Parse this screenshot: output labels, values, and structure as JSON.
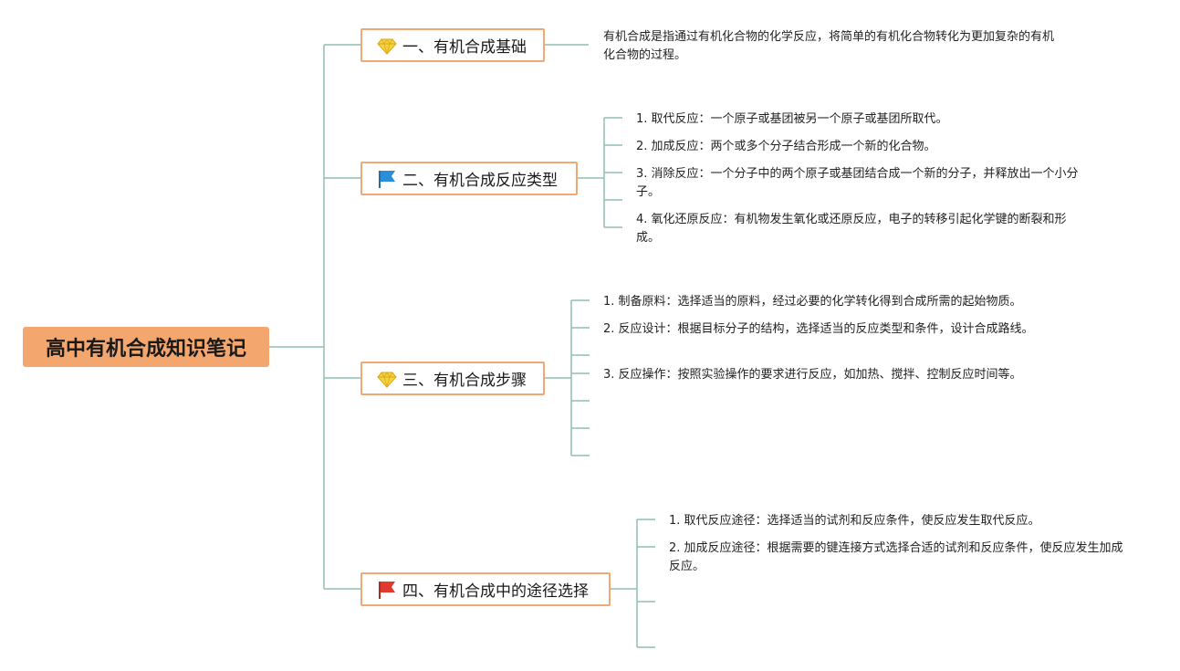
{
  "root": {
    "title": "高中有机合成知识笔记"
  },
  "branches": [
    {
      "title": "一、有机合成基础",
      "icon": "diamond-icon",
      "items": [
        "有机合成是指通过有机化合物的化学反应，将简单的有机化合物转化为更加复杂的有机化合物的过程。"
      ]
    },
    {
      "title": "二、有机合成反应类型",
      "icon": "blue-flag-icon",
      "items": [
        "1. 取代反应：一个原子或基团被另一个原子或基团所取代。",
        "2. 加成反应：两个或多个分子结合形成一个新的化合物。",
        "3. 消除反应：一个分子中的两个原子或基团结合成一个新的分子，并释放出一个小分子。",
        "4. 氧化还原反应：有机物发生氧化或还原反应，电子的转移引起化学键的断裂和形成。"
      ]
    },
    {
      "title": "三、有机合成步骤",
      "icon": "diamond-icon",
      "items": [
        "1. 制备原料：选择适当的原料，经过必要的化学转化得到合成所需的起始物质。",
        "2. 反应设计：根据目标分子的结构，选择适当的反应类型和条件，设计合成路线。",
        "3. 反应操作：按照实验操作的要求进行反应，如加热、搅拌、控制反应时间等。"
      ]
    },
    {
      "title": "四、有机合成中的途径选择",
      "icon": "red-flag-icon",
      "items": [
        "1. 取代反应途径：选择适当的试剂和反应条件，使反应发生取代反应。",
        "2. 加成反应途径：根据需要的键连接方式选择合适的试剂和反应条件，使反应发生加成反应。"
      ]
    }
  ],
  "colors": {
    "root_fill": "#f3a66e",
    "branch_border": "#f0a874",
    "connector": "#8fbfb0",
    "diamond": "#f5d23c",
    "blue_flag": "#2a8fd6",
    "red_flag": "#e03a2f"
  }
}
